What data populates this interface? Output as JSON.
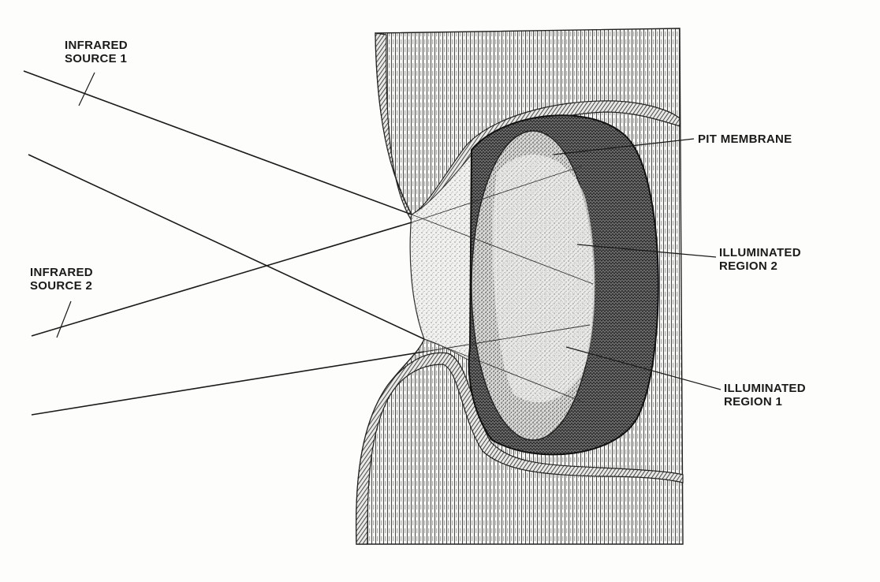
{
  "labels": {
    "source1": [
      "INFRARED",
      "SOURCE 1"
    ],
    "source2": [
      "INFRARED",
      "SOURCE 2"
    ],
    "pit_membrane": "PIT MEMBRANE",
    "region2": [
      "ILLUMINATED",
      "REGION 2"
    ],
    "region1": [
      "ILLUMINATED",
      "REGION 1"
    ]
  },
  "colors": {
    "ink": "#1a1a1a",
    "paper": "#fdfdfb"
  }
}
